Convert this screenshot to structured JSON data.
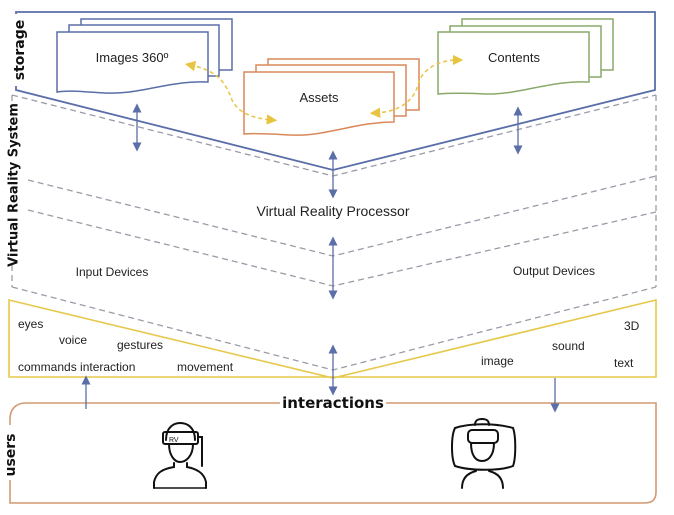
{
  "colors": {
    "storage": "#5a6ea8",
    "dashed": "#9a9ca8",
    "assets": "#d9885a",
    "contents": "#8aa86a",
    "devices": "#e6c84a",
    "users": "#d49a72",
    "arrow": "#5a6ea8",
    "dotted_arrow": "#e8c440"
  },
  "layers": {
    "storage": "storage",
    "vr_system": "Virtual Reality System",
    "users": "users"
  },
  "storage": {
    "images": "Images 360º",
    "assets": "Assets",
    "contents": "Contents"
  },
  "processor": "Virtual Reality Processor",
  "input_devices": {
    "title": "Input Devices",
    "items": [
      "eyes",
      "voice",
      "gestures",
      "commands interaction",
      "movement"
    ]
  },
  "output_devices": {
    "title": "Output Devices",
    "items": [
      "3D",
      "sound",
      "image",
      "text"
    ]
  },
  "interactions": "interactions",
  "user_icons": {
    "headset_label": "RV"
  }
}
